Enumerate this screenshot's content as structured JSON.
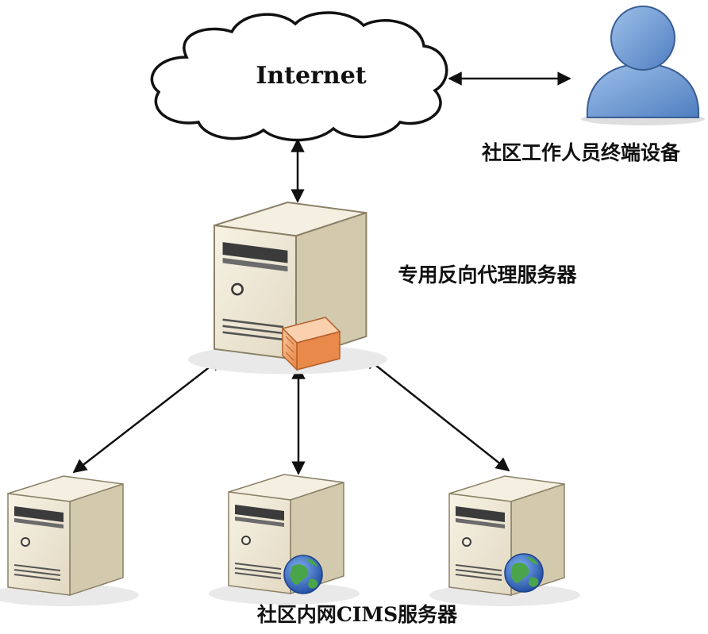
{
  "diagram": {
    "cloud": {
      "label": "Internet"
    },
    "user": {
      "label": "社区工作人员终端设备"
    },
    "proxy": {
      "label": "专用反向代理服务器"
    },
    "internal": {
      "label": "社区内网CIMS服务器"
    }
  },
  "icons": {
    "cloud": "cloud-icon",
    "user": "user-icon",
    "proxy": "server-with-firewall-icon",
    "servers": [
      "server-icon",
      "server-globe-icon",
      "server-globe-icon"
    ],
    "globe": "globe-icon"
  },
  "colors": {
    "line": "#111111",
    "server_body": "#ebe4d2",
    "server_side": "#d3c9ad",
    "firewall": "#f3a36e",
    "user": "#6f9bd4",
    "globe_blue": "#2f5fb3",
    "globe_green": "#3e9a3b"
  }
}
